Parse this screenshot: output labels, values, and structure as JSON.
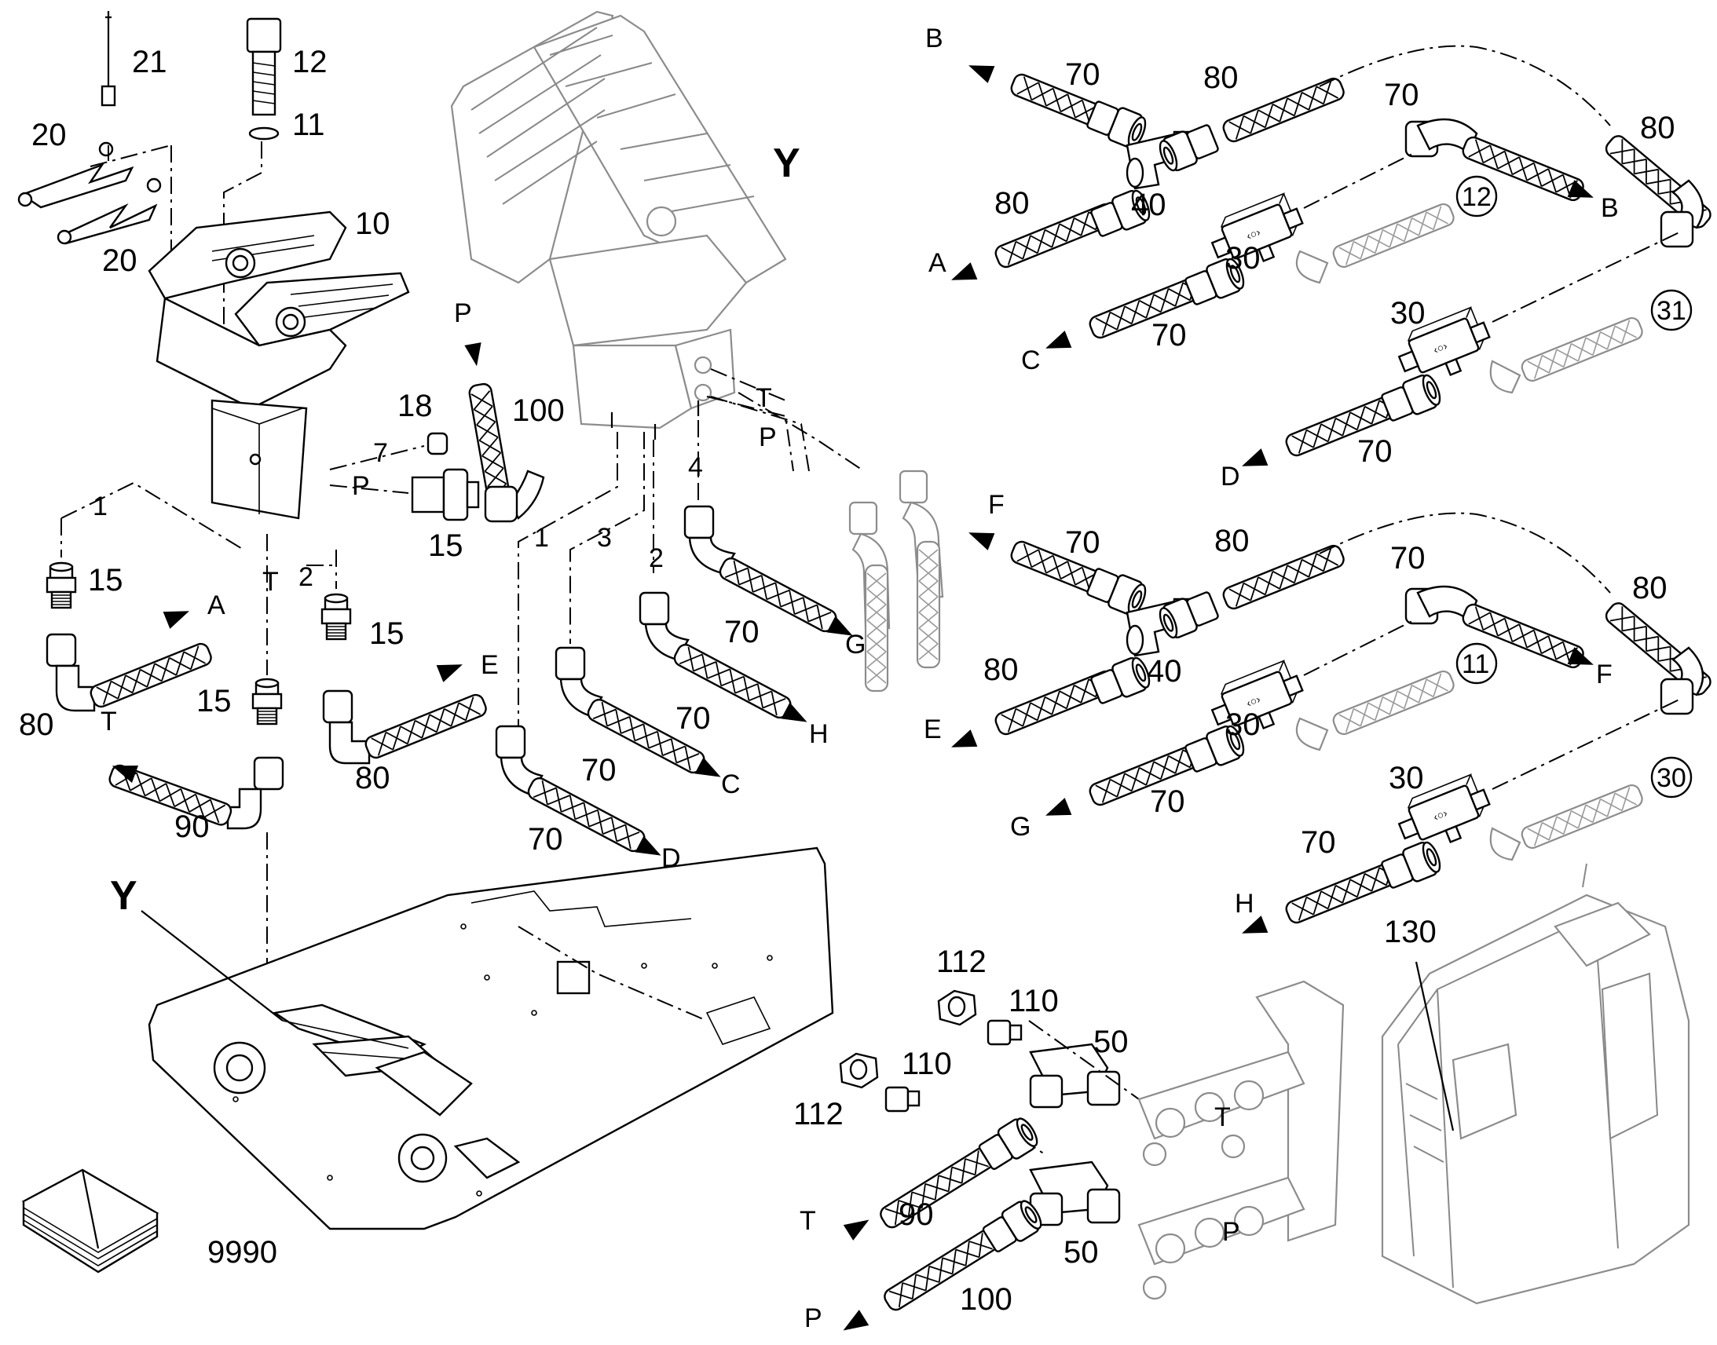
{
  "callouts": {
    "n21": "21",
    "n20a": "20",
    "n20b": "20",
    "n12top": "12",
    "n11top": "11",
    "n10": "10",
    "n18": "18",
    "n7": "7",
    "nP_left": "P",
    "n15_a": "15",
    "n100_top": "100",
    "nP_top": "P",
    "n1_left": "1",
    "n15_b": "15",
    "nA_left": "A",
    "n80_left": "80",
    "nT_left": "T",
    "n2_left": "2",
    "n15_c": "15",
    "n15_d": "15",
    "nE_mid": "E",
    "nT_mid": "T",
    "n90_left": "90",
    "n80_mid": "80",
    "nY_top": "Y",
    "nY_left": "Y",
    "n9990": "9990",
    "nT_valve": "T",
    "nP_valve": "P",
    "n1_mid": "1",
    "n3_mid": "3",
    "n2_mid": "2",
    "n4_mid": "4",
    "n70_g": "70",
    "nG_mid": "G",
    "n70_h": "70",
    "nH_mid": "H",
    "n70_c": "70",
    "nC_mid": "C",
    "n70_d": "70",
    "nD_mid": "D",
    "nB1": "B",
    "n70_r1": "70",
    "n80_r1": "80",
    "n70_r2": "70",
    "n80_r2": "80",
    "n80_r3": "80",
    "n40_r1": "40",
    "nB2": "B",
    "nA_r": "A",
    "n30_r1": "30",
    "n12c": "12",
    "nC_r": "C",
    "n70_r3": "70",
    "n30_r2": "30",
    "n31c": "31",
    "nD_r": "D",
    "n70_r4": "70",
    "nF1": "F",
    "n70_s1": "70",
    "n80_s1": "80",
    "n70_s2": "70",
    "n80_s2": "80",
    "n80_s3": "80",
    "n40_s1": "40",
    "nF2": "F",
    "nE_r": "E",
    "n30_s1": "30",
    "n11c": "11",
    "nG_r": "G",
    "n70_s3": "70",
    "n30_s2": "30",
    "n30c": "30",
    "n70_s4": "70",
    "nH_r": "H",
    "n112a": "112",
    "n110a": "110",
    "n50a": "50",
    "n112b": "112",
    "n110b": "110",
    "nT_man": "T",
    "nP_man": "P",
    "nT_bl": "T",
    "n90_bl": "90",
    "n50b": "50",
    "nP_bl": "P",
    "n100_bl": "100",
    "n130": "130"
  },
  "colors": {
    "line": "#000000",
    "ghost": "#8c8c8c",
    "background": "#ffffff"
  }
}
